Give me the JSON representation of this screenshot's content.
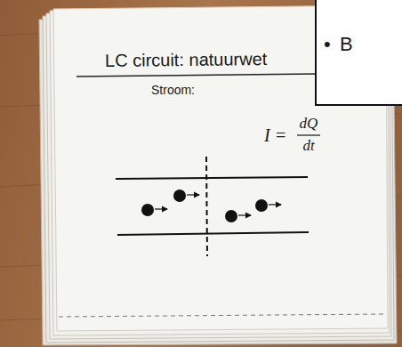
{
  "diagram": {
    "title": "LC circuit: natuurwet",
    "labels": [
      "Stroom:",
      "I =",
      "dQ",
      "dt",
      "•",
      "B"
    ]
  }
}
